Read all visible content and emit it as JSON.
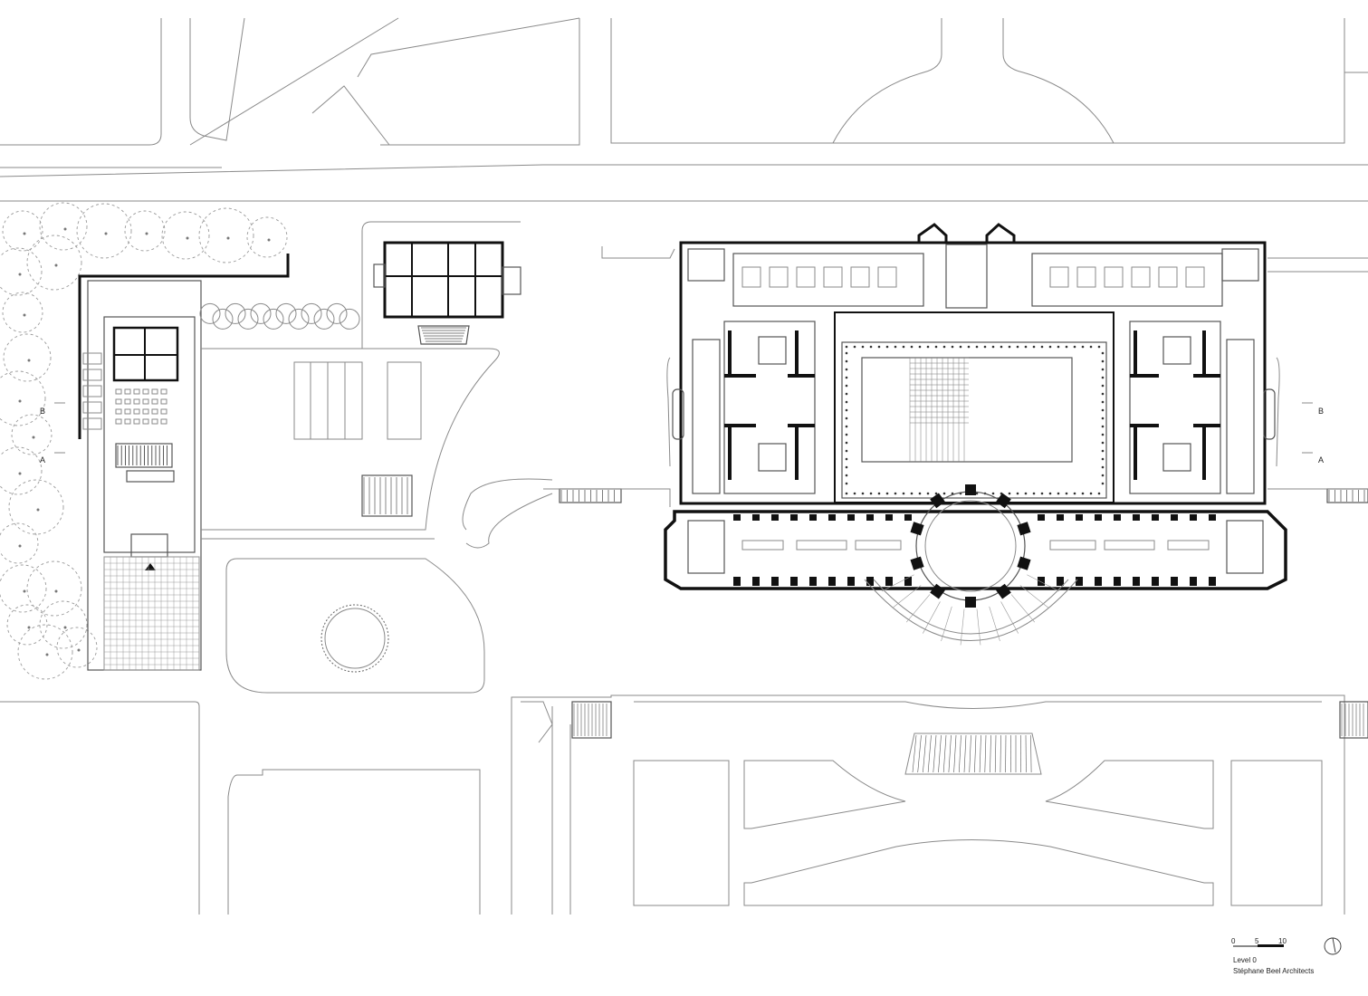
{
  "drawing": {
    "level_label": "Level 0",
    "architect": "Stéphane Beel Architects"
  },
  "scale_bar": {
    "ticks": [
      "0",
      "5",
      "10"
    ]
  },
  "section_markers": {
    "left_b": "B",
    "left_a": "A",
    "right_b": "B",
    "right_a": "A"
  },
  "icons": {
    "north": "north-arrow-icon",
    "entrance": "entrance-triangle-icon"
  },
  "colors": {
    "walls": "#111111",
    "lines": "#8a8a8a",
    "background": "#ffffff"
  }
}
